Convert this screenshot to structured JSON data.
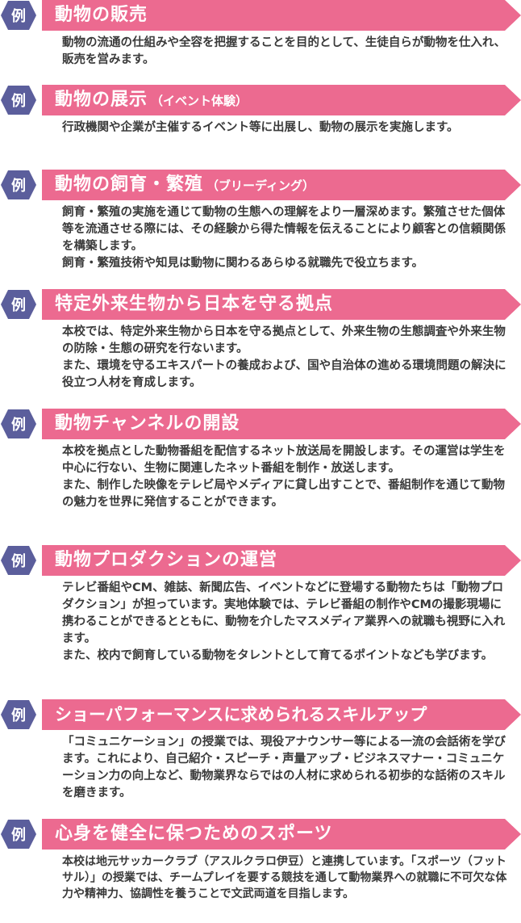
{
  "badge_label": "例",
  "colors": {
    "badge": "#5b5e9c",
    "bar": "#ec6a90",
    "text": "#3a3a3a"
  },
  "sections": [
    {
      "title": "動物の販売",
      "subtitle": "",
      "paragraphs": [
        "動物の流通の仕組みや全容を把握することを目的として、生徒自らが動物を仕入れ、販売を営みます。"
      ]
    },
    {
      "title": "動物の展示",
      "subtitle": "（イベント体験）",
      "paragraphs": [
        "行政機関や企業が主催するイベント等に出展し、動物の展示を実施します。"
      ]
    },
    {
      "title": "動物の飼育・繁殖",
      "subtitle": "（ブリーディング）",
      "paragraphs": [
        "飼育・繁殖の実施を通じて動物の生態への理解をより一層深めます。繁殖させた個体等を流通させる際には、その経験から得た情報を伝えることにより顧客との信頼関係を構築します。",
        "飼育・繁殖技術や知見は動物に関わるあらゆる就職先で役立ちます。"
      ]
    },
    {
      "title": "特定外来生物から日本を守る拠点",
      "subtitle": "",
      "paragraphs": [
        "本校では、特定外来生物から日本を守る拠点として、外来生物の生態調査や外来生物の防除・生態の研究を行ないます。",
        "また、環境を守るエキスパートの養成および、国や自治体の進める環境問題の解決に役立つ人材を育成します。"
      ]
    },
    {
      "title": "動物チャンネルの開設",
      "subtitle": "",
      "paragraphs": [
        "本校を拠点とした動物番組を配信するネット放送局を開設します。その運営は学生を中心に行ない、生物に関連したネット番組を制作・放送します。",
        "また、制作した映像をテレビ局やメディアに貸し出すことで、番組制作を通じて動物の魅力を世界に発信することができます。"
      ]
    },
    {
      "title": "動物プロダクションの運営",
      "subtitle": "",
      "paragraphs": [
        "テレビ番組やCM、雑誌、新聞広告、イベントなどに登場する動物たちは「動物プロダクション」が担っています。実地体験では、テレビ番組の制作やCMの撮影現場に携わることができるとともに、動物を介したマスメディア業界への就職も視野に入れます。",
        "また、校内で飼育している動物をタレントとして育てるポイントなども学びます。"
      ]
    },
    {
      "title": "ショーパフォーマンスに求められるスキルアップ",
      "subtitle": "",
      "paragraphs": [
        "「コミュニケーション」の授業では、現役アナウンサー等による一流の会話術を学びます。これにより、自己紹介・スピーチ・声量アップ・ビジネスマナー・コミュニケーション力の向上など、動物業界ならではの人材に求められる初歩的な話術のスキルを磨きます。"
      ]
    },
    {
      "title": "心身を健全に保つためのスポーツ",
      "subtitle": "",
      "paragraphs": [
        "本校は地元サッカークラブ（アスルクラロ伊豆）と連携しています。「スポーツ（フットサル）」の授業では、チームプレイを要する競技を通して動物業界への就職に不可欠な体力や精神力、協調性を養うことで文武両道を目指します。"
      ]
    }
  ]
}
